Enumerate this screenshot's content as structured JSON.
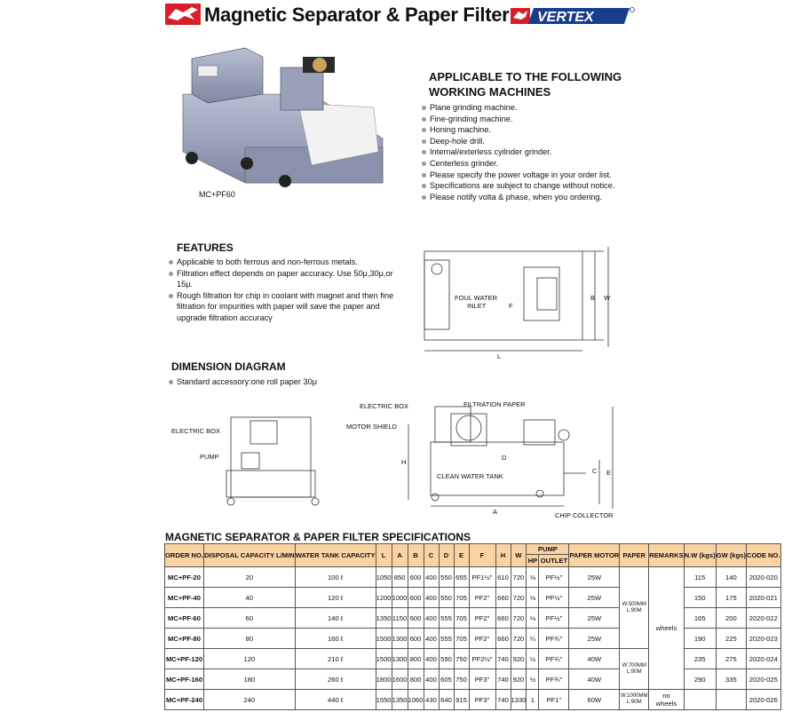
{
  "header": {
    "title": "Magnetic Separator & Paper Filter",
    "brand": "VERTEX"
  },
  "photo": {
    "caption": "MC+PF60"
  },
  "applicable": {
    "title": "APPLICABLE TO THE FOLLOWING WORKING MACHINES",
    "items": [
      "Plane grinding machine.",
      "Fine-grinding machine.",
      "Honing machine.",
      "Deep-hole drill.",
      "Internal/exterless cyilnder grinder.",
      "Centerless grinder.",
      "Please specify the power voltage in your order list.",
      "Specifications are subject to change without notice.",
      "Please notify volta & phase, when you ordering."
    ]
  },
  "features": {
    "title": "FEATURES",
    "items": [
      "Applicable to both ferrous and non-ferrous metals.",
      "Filtration effect depends on paper accuracy. Use 50μ,30μ,or 15μ.",
      "Rough filtration for chip in coolant with magnet and then fine filtration for impurities with paper will save the paper and upgrade filtration accuracy"
    ]
  },
  "dimension": {
    "title": "DIMENSION DIAGRAM",
    "items": [
      "Standard accessory:one roll paper 30μ"
    ]
  },
  "diagram_labels": {
    "foul_water_inlet_1": "FOUL WATER",
    "foul_water_inlet_2": "INLET",
    "b": "B",
    "w": "W",
    "l": "L",
    "f": "F",
    "electric_box": "ELECTRIC BOX",
    "pump": "PUMP",
    "electric_box_2": "ELECTRIC BOX",
    "motor_shield": "MOTOR SHIELD",
    "filtration_paper": "FILTRATION PAPER",
    "clean_water_tank": "CLEAN WATER TANK",
    "chip_collector": "CHIP COLLECTOR",
    "h": "H",
    "d": "D",
    "c": "C",
    "e": "E",
    "a": "A"
  },
  "spec": {
    "title": "MAGNETIC SEPARATOR & PAPER FILTER SPECIFICATIONS",
    "headers": {
      "order_no": "ORDER NO.",
      "disposal": "DISPOSAL CAPACITY L/MIN",
      "tank": "WATER TANK CAPACITY",
      "l": "L",
      "a": "A",
      "b": "B",
      "c": "C",
      "d": "D",
      "e": "E",
      "f": "F",
      "h": "H",
      "w": "W",
      "pump": "PUMP",
      "hp": "HP",
      "outlet": "OUTLET",
      "paper_motor": "PAPER MOTOR",
      "paper": "PAPER",
      "remarks": "REMARKS",
      "nw": "N.W (kgs)",
      "gw": "GW (kgs)",
      "code": "CODE NO."
    },
    "rows": [
      {
        "order": "MC+PF-20",
        "disp": "20",
        "tank": "100 ℓ",
        "l": "1050",
        "a": "850",
        "b": "600",
        "c": "400",
        "d": "550",
        "e": "655",
        "f": "PF1½\"",
        "h": "610",
        "w": "720",
        "hp": "⅛",
        "outlet": "PF½\"",
        "motor": "25W",
        "nw": "115",
        "gw": "140",
        "code": "2020-020"
      },
      {
        "order": "MC+PF-40",
        "disp": "40",
        "tank": "120 ℓ",
        "l": "1200",
        "a": "1000",
        "b": "600",
        "c": "400",
        "d": "550",
        "e": "705",
        "f": "PF2\"",
        "h": "660",
        "w": "720",
        "hp": "⅛",
        "outlet": "PF½\"",
        "motor": "25W",
        "nw": "150",
        "gw": "175",
        "code": "2020-021"
      },
      {
        "order": "MC+PF-60",
        "disp": "60",
        "tank": "140 ℓ",
        "l": "1350",
        "a": "1150",
        "b": "600",
        "c": "400",
        "d": "555",
        "e": "705",
        "f": "PF2\"",
        "h": "660",
        "w": "720",
        "hp": "⅛",
        "outlet": "PF½\"",
        "motor": "25W",
        "nw": "165",
        "gw": "200",
        "code": "2020-022"
      },
      {
        "order": "MC+PF-80",
        "disp": "80",
        "tank": "160 ℓ",
        "l": "1500",
        "a": "1300",
        "b": "600",
        "c": "400",
        "d": "555",
        "e": "705",
        "f": "PF2\"",
        "h": "660",
        "w": "720",
        "hp": "¼",
        "outlet": "PF¾\"",
        "motor": "25W",
        "nw": "190",
        "gw": "225",
        "code": "2020-023"
      },
      {
        "order": "MC+PF-120",
        "disp": "120",
        "tank": "210 ℓ",
        "l": "1500",
        "a": "1300",
        "b": "800",
        "c": "400",
        "d": "590",
        "e": "750",
        "f": "PF2½\"",
        "h": "740",
        "w": "920",
        "hp": "½",
        "outlet": "PF¾\"",
        "motor": "40W",
        "nw": "235",
        "gw": "275",
        "code": "2020-024"
      },
      {
        "order": "MC+PF-160",
        "disp": "180",
        "tank": "260 ℓ",
        "l": "1800",
        "a": "1600",
        "b": "800",
        "c": "400",
        "d": "605",
        "e": "750",
        "f": "PF3\"",
        "h": "740",
        "w": "920",
        "hp": "½",
        "outlet": "PF¾\"",
        "motor": "40W",
        "nw": "290",
        "gw": "335",
        "code": "2020-025"
      },
      {
        "order": "MC+PF-240",
        "disp": "240",
        "tank": "440 ℓ",
        "l": "1550",
        "a": "1350",
        "b": "1060",
        "c": "430",
        "d": "640",
        "e": "915",
        "f": "PF3\"",
        "h": "740",
        "w": "1330",
        "hp": "1",
        "outlet": "PF1\"",
        "motor": "60W",
        "nw": "",
        "gw": "",
        "code": "2020-026"
      }
    ],
    "paper_groups": {
      "g1_a": "W:500MM",
      "g1_b": "L:90M",
      "g2_a": "W:700MM",
      "g2_b": "L:90M",
      "g3_a": "W:1000MM",
      "g3_b": "L:90M"
    },
    "remarks_wheels": "wheels",
    "remarks_no_wheels_1": "no",
    "remarks_no_wheels_2": "wheels"
  }
}
